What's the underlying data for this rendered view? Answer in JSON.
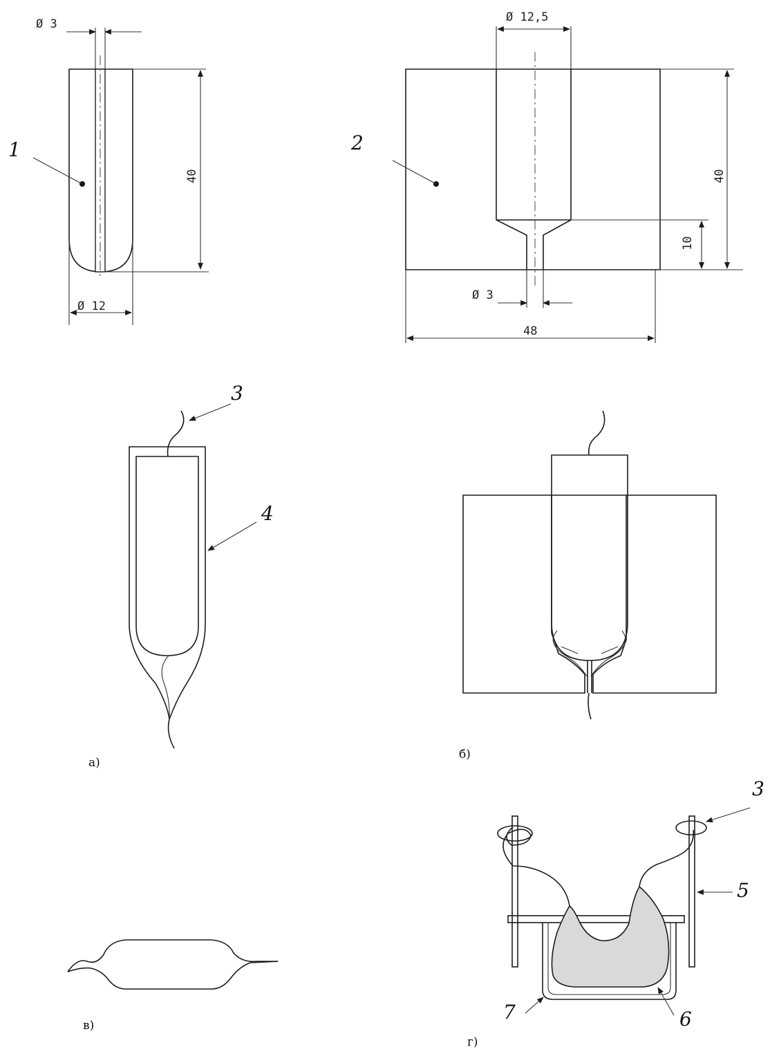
{
  "figure": {
    "dimensions": {
      "punch_tip_diameter": "Ø 3",
      "punch_height": "40",
      "punch_diameter": "Ø 12",
      "die_bore_diameter": "Ø 12,5",
      "die_height": "40",
      "die_bottom_thickness": "10",
      "die_hole_diameter": "Ø 3",
      "die_width": "48"
    },
    "callouts": {
      "punch": "1",
      "die": "2",
      "thread_a": "3",
      "film": "4",
      "thread_g": "3",
      "rod": "5",
      "sample": "6",
      "vessel": "7"
    },
    "captions": {
      "a": "а)",
      "b": "б)",
      "v": "в)",
      "g": "г)"
    }
  }
}
